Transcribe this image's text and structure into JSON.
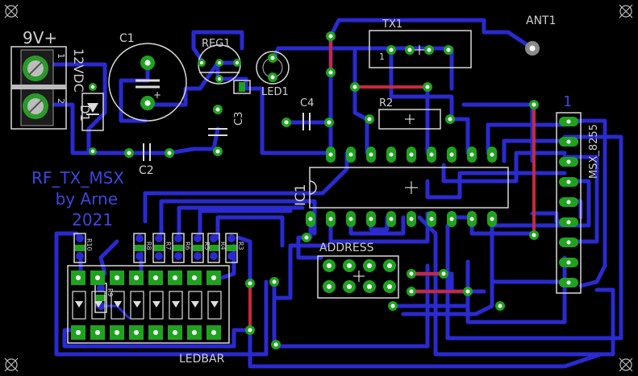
{
  "board": {
    "power_label": "9V+",
    "title_lines": [
      "RF_TX_MSX",
      "by Arne",
      "2021"
    ],
    "components": {
      "c1": "C1",
      "c2": "C2",
      "c3": "C3",
      "c4": "C4",
      "reg1": "REG1",
      "led1": "LED1",
      "r2": "R2",
      "tx1": "TX1",
      "ant1": "ANT1",
      "ic1": "IC1",
      "address": "ADDRESS",
      "ledbar": "LEDBAR",
      "connector": "MSX_8255",
      "d1": "D1",
      "dc_label": "12VDC",
      "tx_pin1": "1",
      "conn_pin1": "1",
      "term_pin1": "1",
      "term_pin2": "2"
    },
    "resistors_small": [
      "R10",
      "R9",
      "R8",
      "R7",
      "R6",
      "R5",
      "R4",
      "R3"
    ],
    "colors": {
      "background": "#000000",
      "trace_bottom": "#2a2ad0",
      "trace_top": "#c8283c",
      "pad": "#1fa31f",
      "silkscreen": "#d8d8d8"
    }
  }
}
